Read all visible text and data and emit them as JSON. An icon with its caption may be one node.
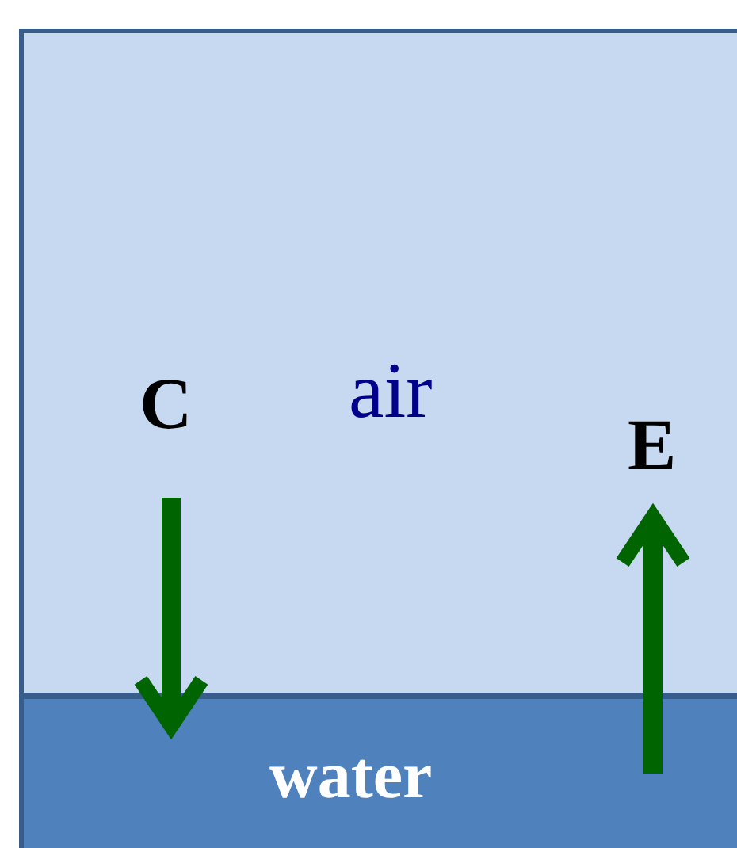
{
  "diagram": {
    "nodes": [
      {
        "text": [
          "air"
        ]
      },
      {
        "text": [
          "water"
        ]
      }
    ],
    "edges": [
      {
        "from": 0,
        "to": 1,
        "arrow": "to",
        "label": "C"
      },
      {
        "from": 1,
        "to": 0,
        "arrow": "to",
        "label": "E"
      }
    ]
  }
}
